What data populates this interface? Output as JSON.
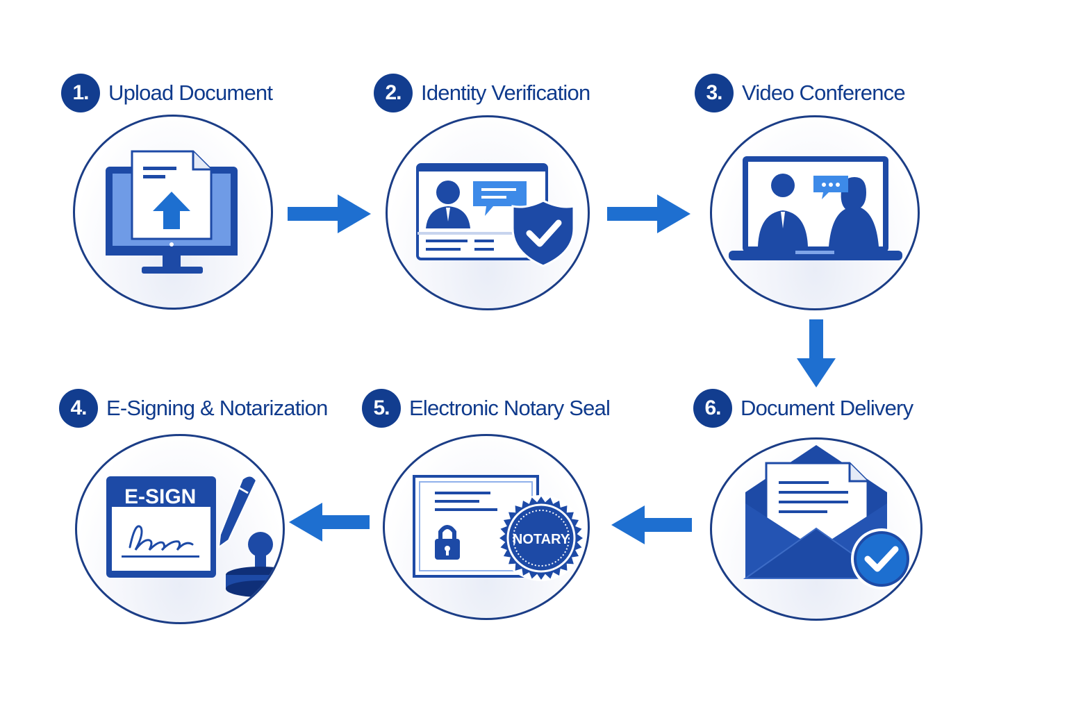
{
  "steps": [
    {
      "number": "1.",
      "label": "Upload Document",
      "icon": "monitor-upload-icon"
    },
    {
      "number": "2.",
      "label": "Identity Verification",
      "icon": "id-card-shield-icon"
    },
    {
      "number": "3.",
      "label": "Video Conference",
      "icon": "laptop-video-call-icon"
    },
    {
      "number": "4.",
      "label": "E-Signing & Notarization",
      "icon": "esign-pen-stamp-icon",
      "badge_text": "E-SIGN"
    },
    {
      "number": "5.",
      "label": "Electronic Notary Seal",
      "icon": "certificate-seal-icon",
      "seal_text": "NOTARY"
    },
    {
      "number": "6.",
      "label": "Document Delivery",
      "icon": "envelope-check-icon"
    }
  ],
  "colors": {
    "primary": "#123d8f",
    "accent": "#1e6fd0",
    "light": "#6f9be6",
    "outline": "#1b3d86"
  }
}
